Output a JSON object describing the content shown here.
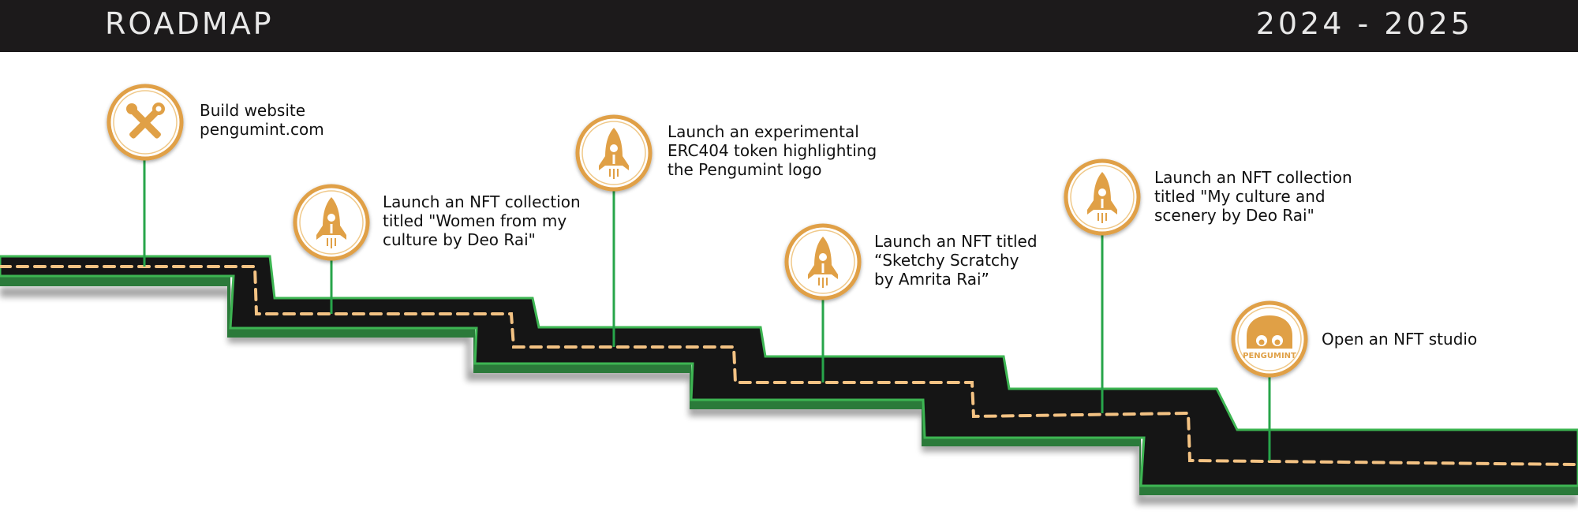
{
  "header": {
    "title": "ROADMAP",
    "years": "2024 - 2025"
  },
  "colors": {
    "header_bg": "#1c1a1b",
    "road": "#151515",
    "road_edge": "#2b7a3a",
    "road_outline": "#3db552",
    "dashes": "#f3c283",
    "icon_ring": "#e0a046",
    "stem": "#27a54a"
  },
  "milestones": [
    {
      "icon": "tools-icon",
      "lines": [
        "Build website",
        "pengumint.com"
      ]
    },
    {
      "icon": "rocket-icon",
      "lines": [
        "Launch an NFT collection",
        "titled \"Women from my",
        "culture by Deo Rai\""
      ]
    },
    {
      "icon": "rocket-icon",
      "lines": [
        "Launch an experimental",
        "ERC404 token highlighting",
        "the Pengumint logo"
      ]
    },
    {
      "icon": "rocket-icon",
      "lines": [
        "Launch an NFT titled",
        "“Sketchy Scratchy",
        "by Amrita Rai”"
      ]
    },
    {
      "icon": "rocket-icon",
      "lines": [
        "Launch an NFT collection",
        "titled \"My culture and",
        "scenery by Deo Rai\""
      ]
    },
    {
      "icon": "pengumint-logo-icon",
      "lines": [
        "Open an NFT studio"
      ],
      "logo_text": "PENGUMINT"
    }
  ]
}
